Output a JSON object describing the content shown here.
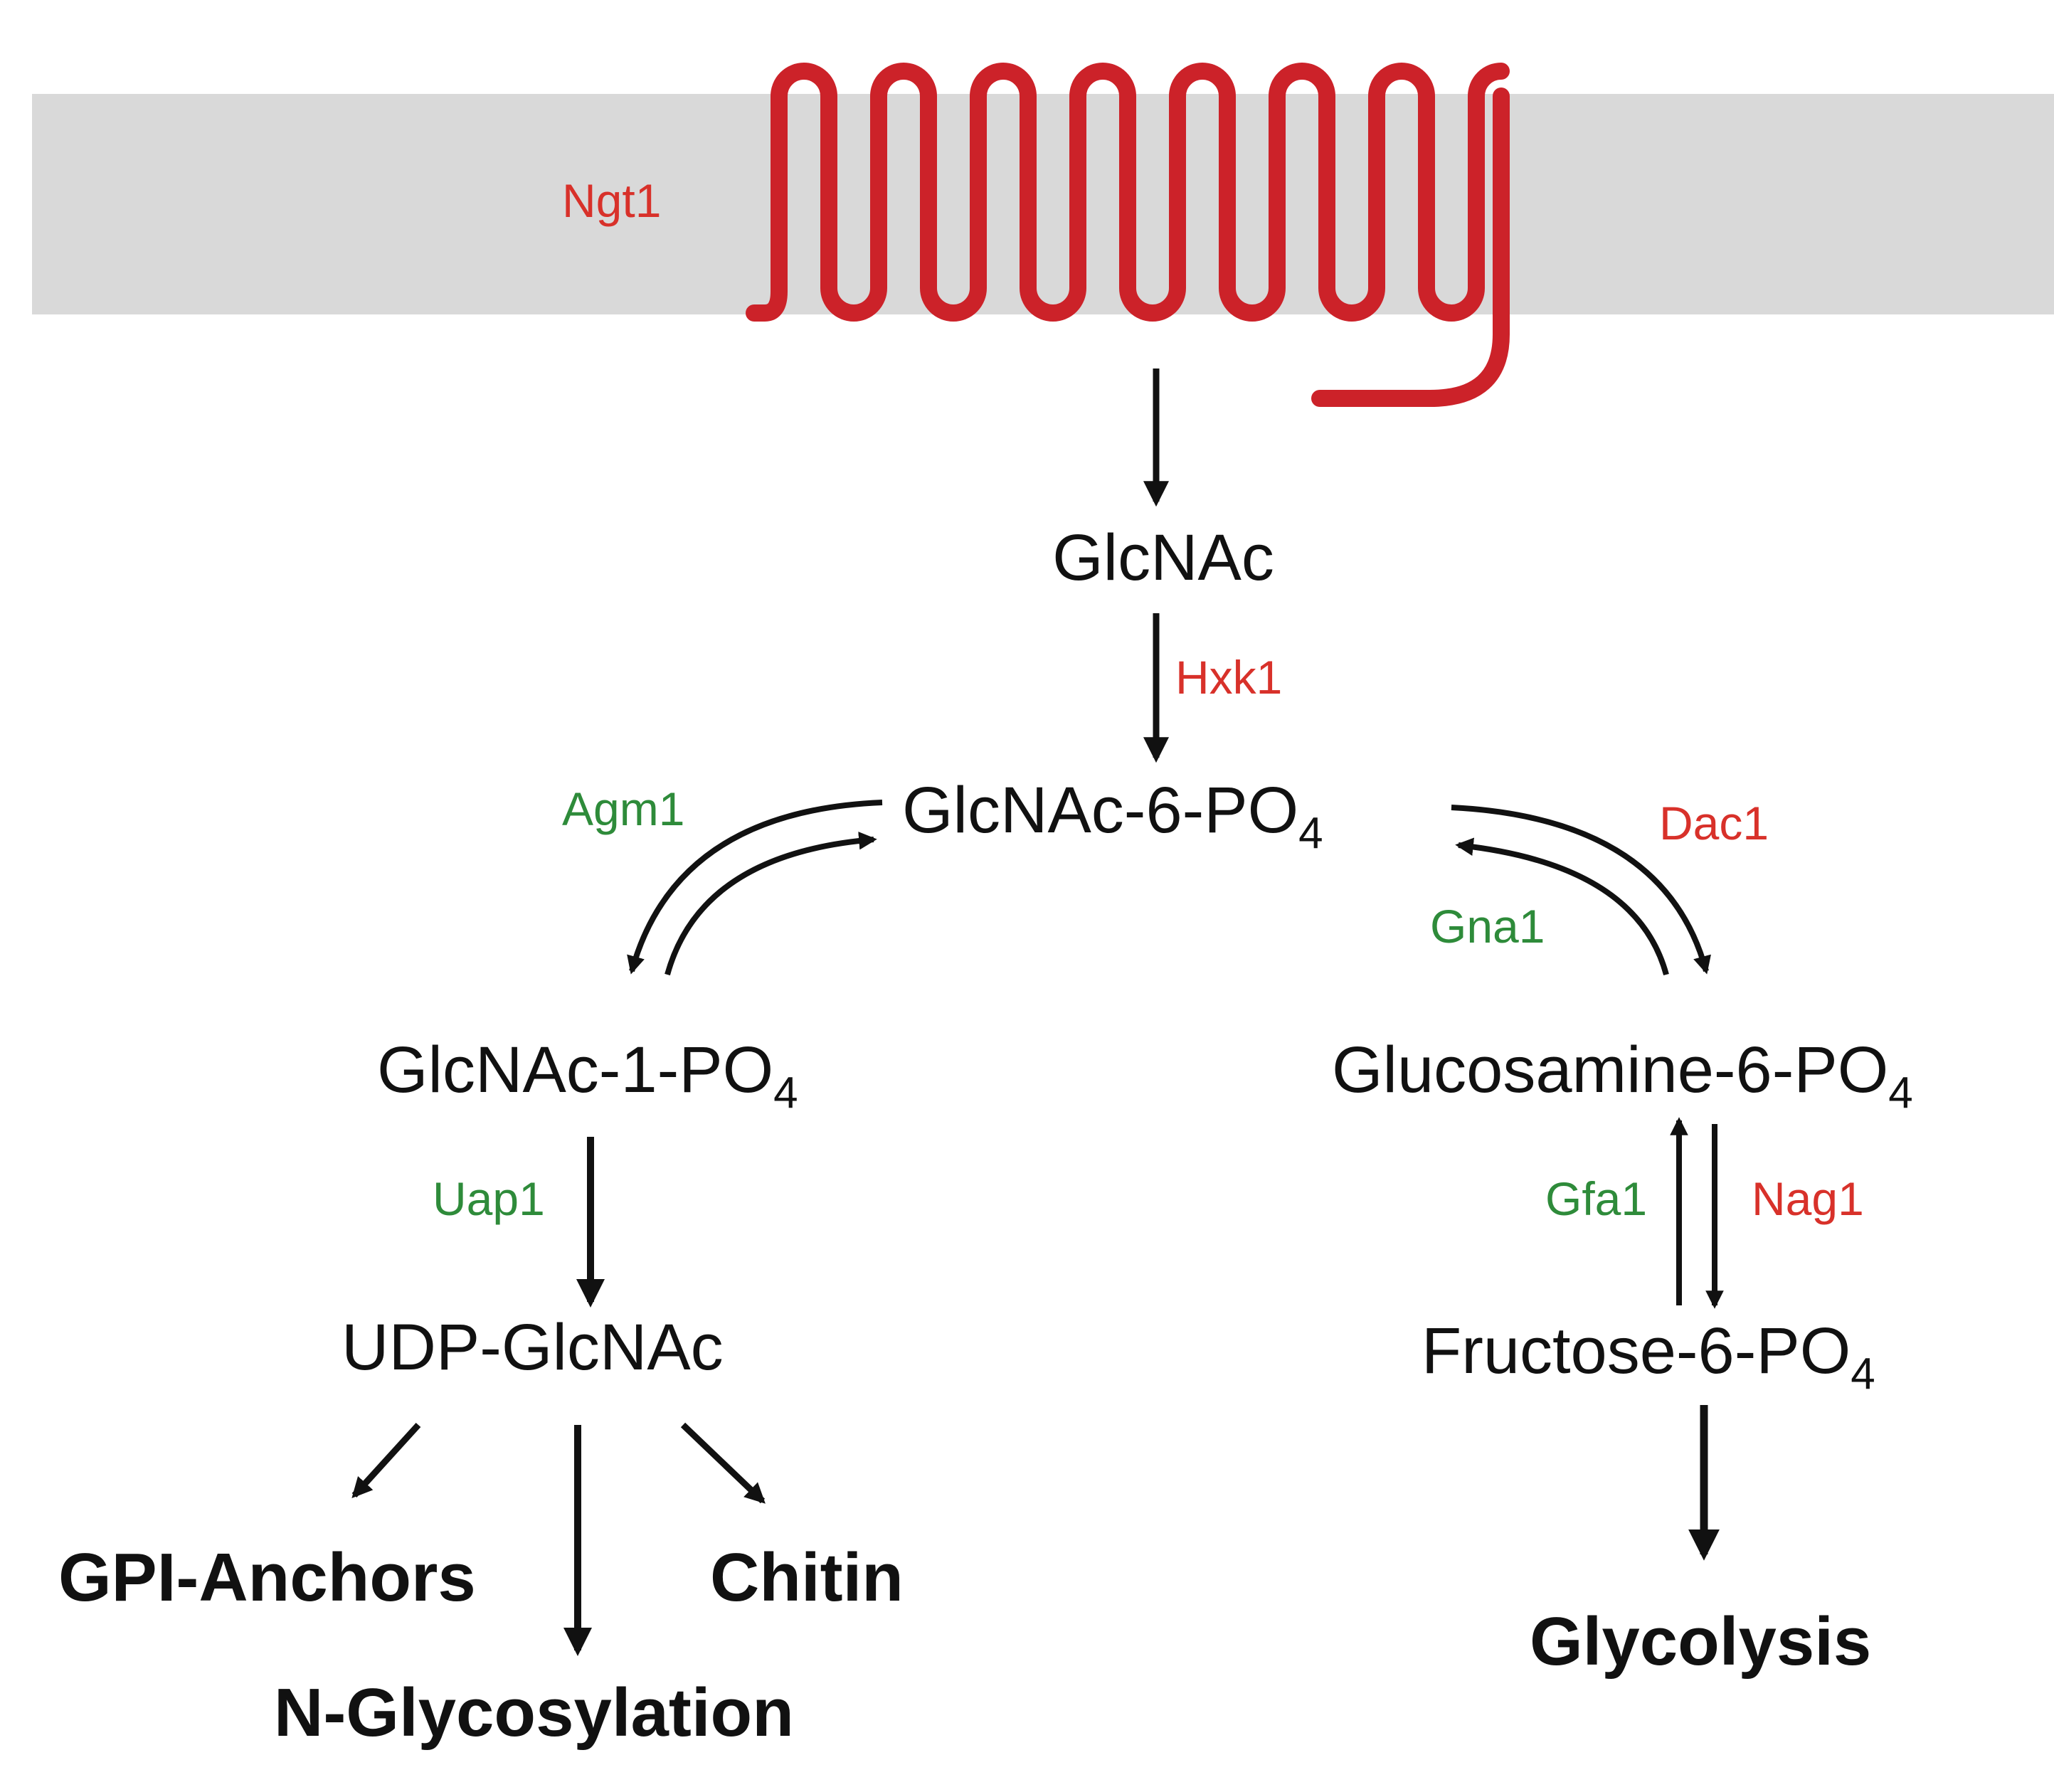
{
  "colors": {
    "membrane": "#d9d9d9",
    "transporter": "#cc2229",
    "enzyme_red": "#d8312a",
    "enzyme_green": "#2e8b3a",
    "text": "#111111"
  },
  "transporter": {
    "label": "Ngt1"
  },
  "metabolites": {
    "glcnac": "GlcNAc",
    "glcnac6p": {
      "text": "GlcNAc-6-PO",
      "sub": "4"
    },
    "glcnac1p": {
      "text": "GlcNAc-1-PO",
      "sub": "4"
    },
    "glucosamine6p": {
      "text": "Glucosamine-6-PO",
      "sub": "4"
    },
    "udp_glcnac": "UDP-GlcNAc",
    "fructose6p": {
      "text": "Fructose-6-PO",
      "sub": "4"
    }
  },
  "enzymes": {
    "hxk1": "Hxk1",
    "agm1": "Agm1",
    "dac1": "Dac1",
    "gna1": "Gna1",
    "uap1": "Uap1",
    "gfa1": "Gfa1",
    "nag1": "Nag1"
  },
  "products": {
    "gpi": "GPI-Anchors",
    "chitin": "Chitin",
    "nglyco": "N-Glycosylation",
    "glycolysis": "Glycolysis"
  }
}
